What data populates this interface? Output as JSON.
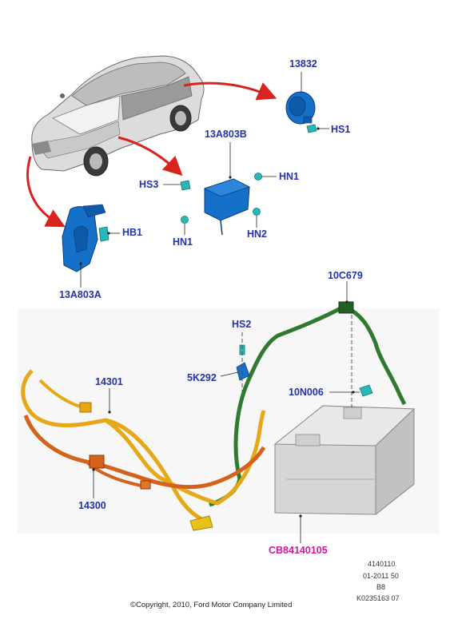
{
  "colors": {
    "label": "#2433a8",
    "highlight_label": "#d4159a",
    "red_arrow": "#d8231e",
    "component_blue": "#1470c8",
    "fastener_teal": "#29b8b8",
    "cable_green": "#2f7a2f",
    "cable_yellow": "#e6a817",
    "cable_orange": "#d4621a",
    "battery_gray": "#d6d6d6"
  },
  "labels": {
    "horn": "13832",
    "hs1": "HS1",
    "horn_b": "13A803B",
    "hs3": "HS3",
    "hn1_right": "HN1",
    "hn1_left": "HN1",
    "hn2": "HN2",
    "hb1": "HB1",
    "horn_a": "13A803A",
    "cable_positive": "10C679",
    "hs2": "HS2",
    "bracket": "5K292",
    "nut": "10N006",
    "harness_upper": "14301",
    "harness_lower": "14300",
    "battery": "CB84140105"
  },
  "meta": {
    "ref_number": "4140110",
    "date_code": "01-2011 50",
    "revision": "B8",
    "drawing_id": "K0235163 07",
    "copyright": "©Copyright, 2010, Ford Motor Company Limited"
  }
}
